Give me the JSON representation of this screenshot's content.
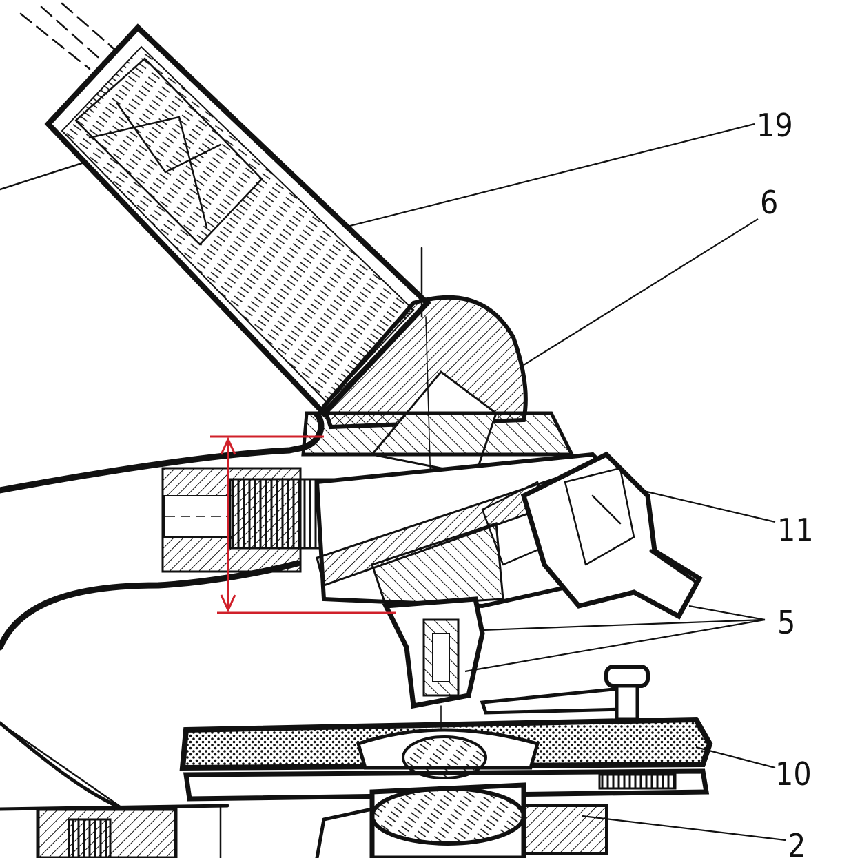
{
  "diagram": {
    "callouts": {
      "label_19": "19",
      "label_6": "6",
      "label_11": "11",
      "label_5": "5",
      "label_10": "10",
      "label_2": "2"
    },
    "colors": {
      "ink": "#111111",
      "measurement_marker": "#d0202a",
      "paper": "#ffffff"
    }
  }
}
